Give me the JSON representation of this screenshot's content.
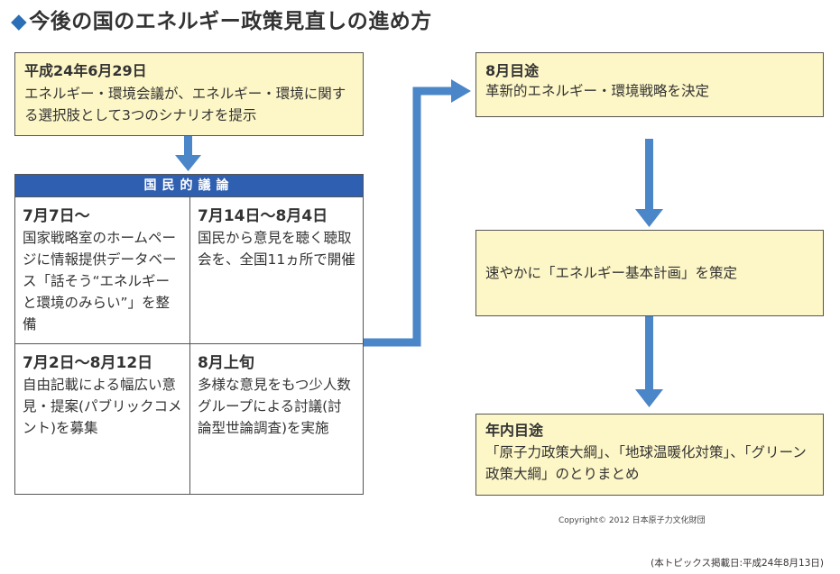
{
  "title": "◆今後の国のエネルギー政策見直しの進め方",
  "step_june29": {
    "date": "平成24年6月29日",
    "text": "エネルギー・環境会議が、エネルギー・環境に関する選択肢として3つのシナリオを提示"
  },
  "public_debate": {
    "banner": "国民的議論",
    "cells": [
      {
        "date": "7月7日〜",
        "text": "国家戦略室のホームページに情報提供データベース「話そう“エネルギーと環境のみらい”」を整備"
      },
      {
        "date": "7月14日〜8月4日",
        "text": "国民から意見を聴く聴取会を、全国11ヵ所で開催"
      },
      {
        "date": "7月2日〜8月12日",
        "text": "自由記載による幅広い意見・提案(パブリックコメント)を募集"
      },
      {
        "date": "8月上旬",
        "text": "多様な意見をもつ少人数グループによる討議(討論型世論調査)を実施"
      }
    ]
  },
  "step_august": {
    "date": "8月目途",
    "text": "革新的エネルギー・環境戦略を決定"
  },
  "step_plan": {
    "text": "速やかに「エネルギー基本計画」を策定"
  },
  "step_year": {
    "date": "年内目途",
    "text": "「原子力政策大綱」、「地球温暖化対策」、「グリーン政策大綱」のとりまとめ"
  },
  "copyright": "Copyright© 2012 日本原子力文化財団",
  "pubdate": "(本トピックス掲載日:平成24年8月13日)",
  "colors": {
    "box_fill": "#fdf6c6",
    "arrow": "#4a86c8",
    "banner": "#2f5fb0"
  }
}
